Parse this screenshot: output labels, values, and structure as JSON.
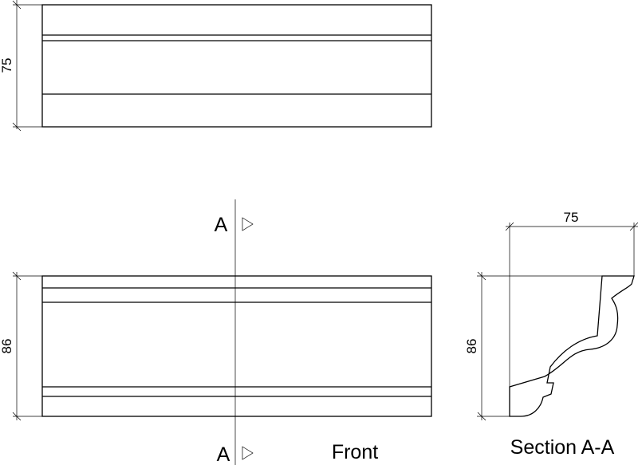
{
  "top_view": {
    "height_dim": "75"
  },
  "front_view": {
    "height_dim": "86",
    "section_mark_top": "A",
    "section_mark_bottom": "A",
    "label": "Front"
  },
  "section_view": {
    "width_dim": "75",
    "height_dim": "86",
    "label": "Section A-A"
  }
}
